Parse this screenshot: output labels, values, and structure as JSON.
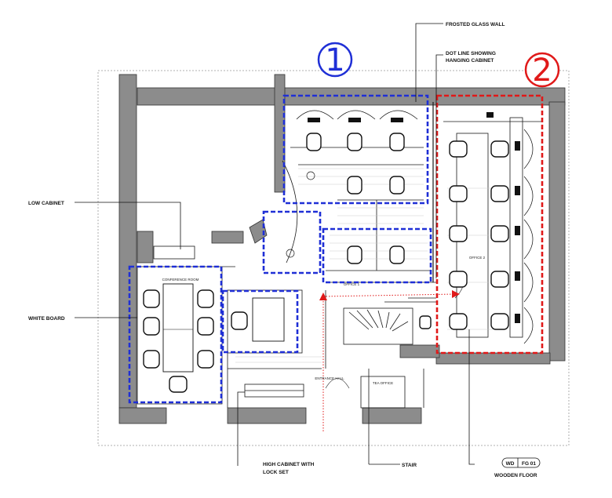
{
  "zones": [
    {
      "number": "1",
      "color": "#1f2fd6"
    },
    {
      "number": "2",
      "color": "#e01919"
    }
  ],
  "callouts": {
    "frosted_glass_wall": "FROSTED GLASS WALL",
    "dot_line_line1": "DOT LINE SHOWING",
    "dot_line_line2": "HANGING CABINET",
    "low_cabinet": "LOW CABINET",
    "white_board": "WHITE BOARD",
    "high_cabinet_line1": "HIGH CABINET WITH",
    "high_cabinet_line2": "LOCK SET",
    "stair": "STAIR",
    "wooden_floor": "WOODEN FLOOR",
    "floor_tag_left": "WD",
    "floor_tag_right": "FG 01"
  },
  "room_labels": {
    "conference_room": "CONFERENCE ROOM",
    "office_1": "OFFICE 1",
    "office_2": "OFFICE 2",
    "entrance_hall": "ENTRANCE HALL",
    "tea_office": "TEA OFFICE"
  },
  "colors": {
    "wall": "#8c8c8c",
    "line": "#1a1a1a",
    "zone1": "#1f2fd6",
    "zone2": "#e01919",
    "circulation": "#e01919"
  }
}
